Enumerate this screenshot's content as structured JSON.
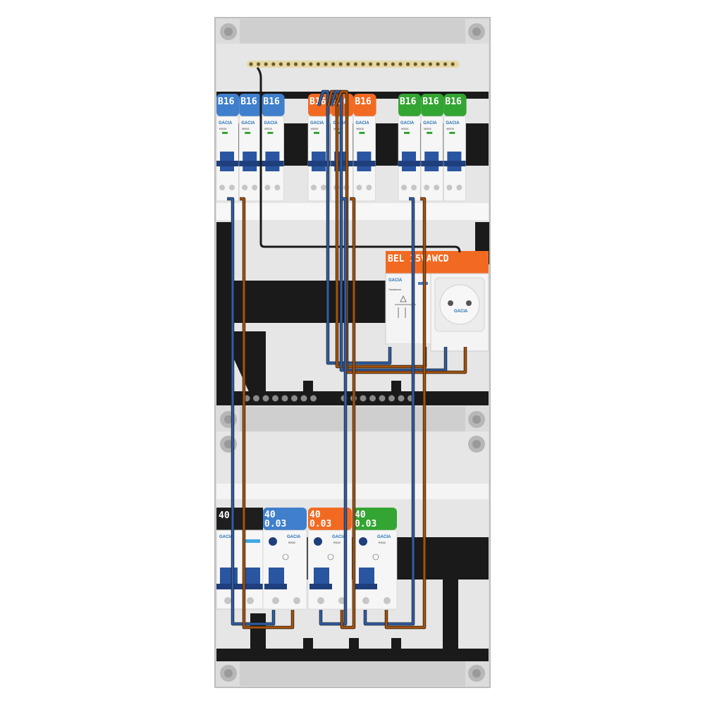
{
  "colors": {
    "blue": "#3f7fcc",
    "orange": "#f26a22",
    "green": "#33a532",
    "black": "#1e1e1e",
    "wire_blue": "#2f5ea8",
    "wire_brown": "#a8520a",
    "rail": "#1a1a1a",
    "panel": "#e3e3e3",
    "frame": "#c8c8c8"
  },
  "breakers": [
    {
      "label": "B16",
      "color": "blue"
    },
    {
      "label": "B16",
      "color": "blue"
    },
    {
      "label": "B16",
      "color": "blue"
    },
    {
      "label": "B16",
      "color": "orange"
    },
    {
      "label": "B16",
      "color": "orange"
    },
    {
      "label": "B16",
      "color": "orange"
    },
    {
      "label": "B16",
      "color": "green"
    },
    {
      "label": "B16",
      "color": "green"
    },
    {
      "label": "B16",
      "color": "green"
    }
  ],
  "breaker_brand": "GACIA",
  "breaker_model": "M0016",
  "bell_transformer": {
    "label": "BEL 15VA",
    "brand": "GACIA",
    "text": "Transformer"
  },
  "socket": {
    "label": "WCD",
    "brand": "GACIA"
  },
  "main_switch": {
    "label_line1": "40",
    "label_line2": "",
    "brand": "GACIA"
  },
  "rcds": [
    {
      "label_line1": "40",
      "label_line2": "0.03",
      "color": "blue",
      "brand": "GACIA",
      "model": "R0040"
    },
    {
      "label_line1": "40",
      "label_line2": "0.03",
      "color": "orange",
      "brand": "GACIA",
      "model": "R0040"
    },
    {
      "label_line1": "40",
      "label_line2": "0.03",
      "color": "green",
      "brand": "GACIA",
      "model": "R0040"
    }
  ]
}
